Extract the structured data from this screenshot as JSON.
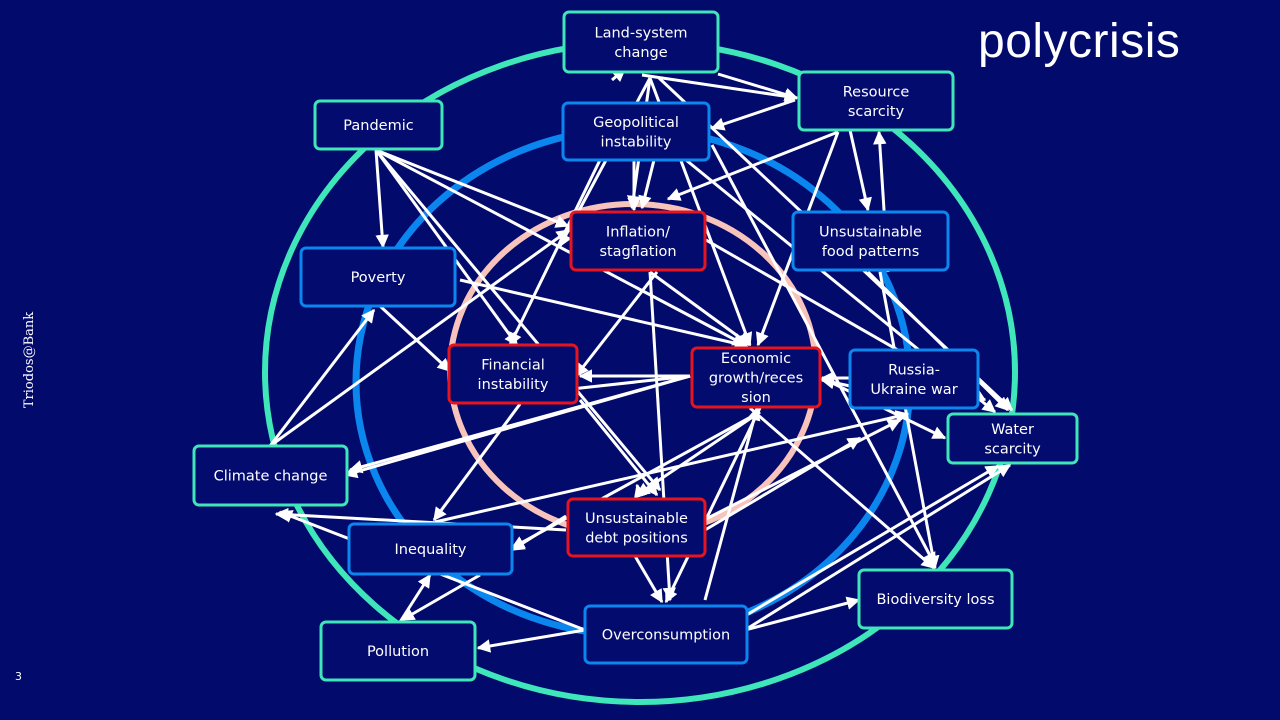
{
  "title": "polycrisis",
  "brand": "Triodos@Bank",
  "page_number": "3",
  "colors": {
    "background": "#020a6b",
    "outer_ring": "#3ee6b9",
    "middle_ring": "#0b86ef",
    "inner_ring": "#f8c3bb",
    "node_fill": "#030b6e",
    "edge": "#ffffff"
  },
  "nodes": [
    {
      "id": "land",
      "lines": [
        "Land-system",
        "change"
      ],
      "group": "outer"
    },
    {
      "id": "resource",
      "lines": [
        "Resource",
        "scarcity"
      ],
      "group": "outer"
    },
    {
      "id": "pandemic",
      "lines": [
        "Pandemic"
      ],
      "group": "outer"
    },
    {
      "id": "geopolitical",
      "lines": [
        "Geopolitical",
        "instability"
      ],
      "group": "middle"
    },
    {
      "id": "inflation",
      "lines": [
        "Inflation/",
        "stagflation"
      ],
      "group": "inner"
    },
    {
      "id": "food",
      "lines": [
        "Unsustainable",
        "food patterns"
      ],
      "group": "middle"
    },
    {
      "id": "poverty",
      "lines": [
        "Poverty"
      ],
      "group": "middle"
    },
    {
      "id": "financial",
      "lines": [
        "Financial",
        "instability"
      ],
      "group": "inner"
    },
    {
      "id": "economic",
      "lines": [
        "Economic",
        "growth/reces",
        "sion"
      ],
      "group": "inner"
    },
    {
      "id": "russia",
      "lines": [
        "Russia-",
        "Ukraine war"
      ],
      "group": "middle"
    },
    {
      "id": "water",
      "lines": [
        "Water",
        "scarcity"
      ],
      "group": "outer"
    },
    {
      "id": "climate",
      "lines": [
        "Climate change"
      ],
      "group": "outer"
    },
    {
      "id": "debt",
      "lines": [
        "Unsustainable",
        "debt positions"
      ],
      "group": "inner"
    },
    {
      "id": "inequality",
      "lines": [
        "Inequality"
      ],
      "group": "middle"
    },
    {
      "id": "biodiversity",
      "lines": [
        "Biodiversity loss"
      ],
      "group": "outer"
    },
    {
      "id": "pollution",
      "lines": [
        "Pollution"
      ],
      "group": "outer"
    },
    {
      "id": "overconsumption",
      "lines": [
        "Overconsumption"
      ],
      "group": "middle"
    }
  ]
}
